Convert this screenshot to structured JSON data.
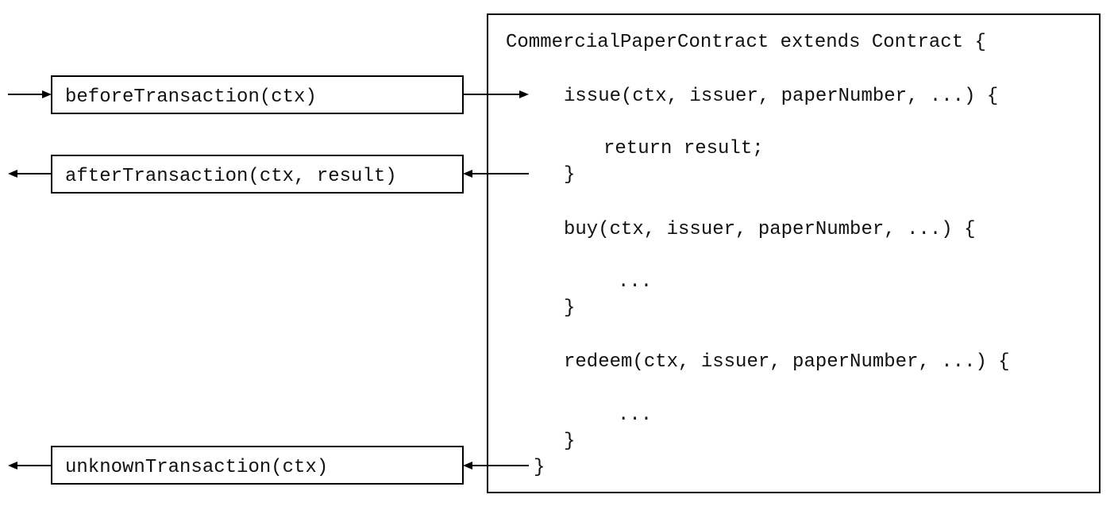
{
  "hooks": {
    "before": "beforeTransaction(ctx)",
    "after": "afterTransaction(ctx, result)",
    "unknown": "unknownTransaction(ctx)"
  },
  "contract": {
    "header": "CommercialPaperContract extends Contract {",
    "issue_signature": "issue(ctx, issuer, paperNumber, ...) {",
    "issue_body": "return result;",
    "issue_close": "}",
    "buy_signature": "buy(ctx, issuer, paperNumber, ...) {",
    "buy_body": "...",
    "buy_close": "}",
    "redeem_signature": "redeem(ctx, issuer, paperNumber, ...) {",
    "redeem_body": "...",
    "redeem_close": "}",
    "class_close": "}"
  }
}
